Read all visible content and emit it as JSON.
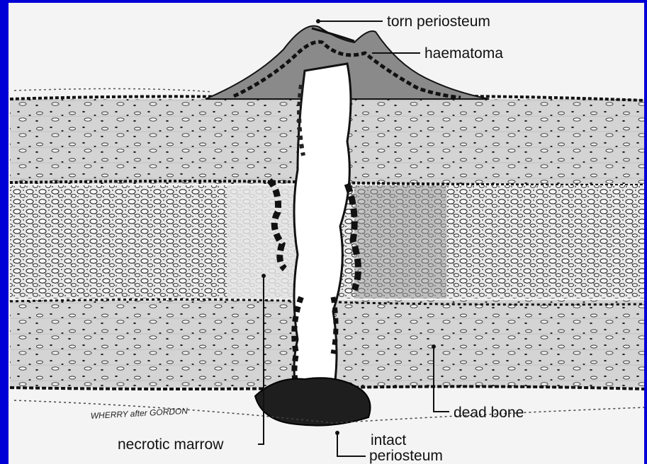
{
  "colors": {
    "background": "#0000d6",
    "paper": "#f4f4f4",
    "ink": "#111111",
    "bone": "#d2d2d2",
    "bone_dark": "#b5b5b5",
    "marrow": "#e6e6e6",
    "haematoma": "#4a4a4a"
  },
  "labels": {
    "torn_periosteum": "torn periosteum",
    "haematoma": "haematoma",
    "dead_bone": "dead bone",
    "necrotic_marrow": "necrotic marrow",
    "intact_periosteum_line1": "intact",
    "intact_periosteum_line2": "periosteum"
  },
  "signature": "WHERRY after GORDON"
}
